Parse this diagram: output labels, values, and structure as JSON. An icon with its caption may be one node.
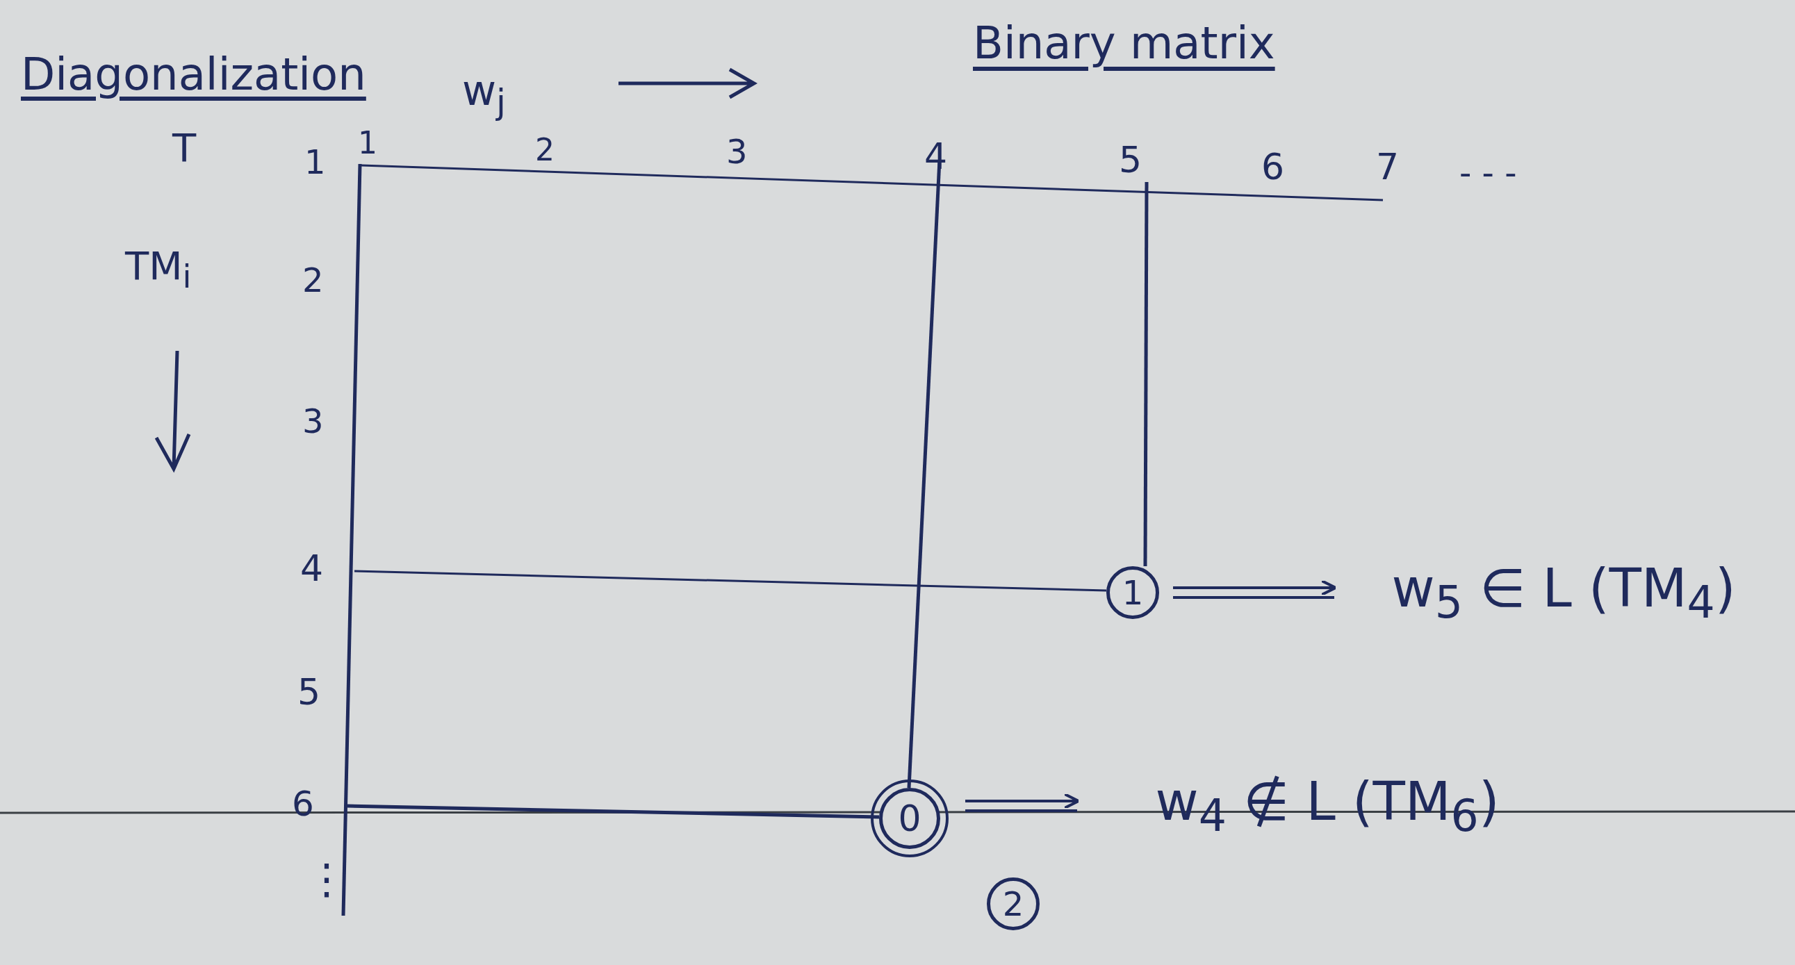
{
  "diagram": {
    "title": "Diagonalization",
    "nodes": [
      {
        "text": [
          "1"
        ]
      },
      {
        "text": [
          "0"
        ]
      },
      {
        "text": [
          "w$_{5}$ ∈ L (TM$_{4}$)"
        ]
      },
      {
        "text": [
          "w$_{4}$ ∉ L (TM$_{6}$)"
        ]
      },
      {
        "text": [
          "2"
        ]
      }
    ],
    "edges": [
      {
        "from": 0,
        "to": 2,
        "arrow": "to"
      },
      {
        "from": 1,
        "to": 3,
        "arrow": "to"
      }
    ],
    "labels": [
      "w$_{j}$",
      "Binary matrix",
      "T",
      "TM$_{i}$",
      "1",
      "2",
      "3",
      "4",
      "5",
      "6",
      "7",
      "- - -",
      "1",
      "2",
      "3",
      "4",
      "5",
      "6",
      "⋮"
    ]
  }
}
